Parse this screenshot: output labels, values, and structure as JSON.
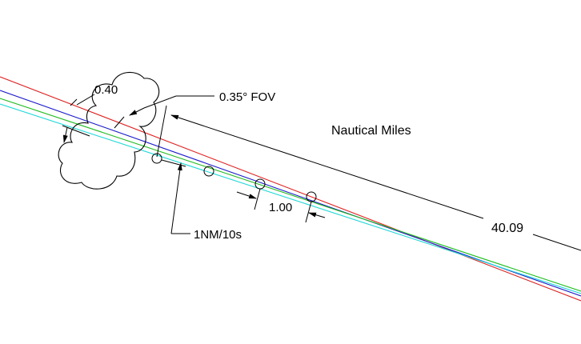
{
  "labels": {
    "offset": "0.40",
    "fov": "0.35° FOV",
    "units": "Nautical Miles",
    "spacing": "1.00",
    "distance": "40.09",
    "rate": "1NM/10s"
  },
  "colors": {
    "line_red": "#e02020",
    "line_blue": "#1a1acc",
    "line_green": "#22bb22",
    "line_cyan": "#20d8d8",
    "ink": "#000000"
  },
  "icons": {
    "cloud": "cloud-outline",
    "marker": "circle-marker",
    "arrow": "dimension-arrowhead"
  }
}
